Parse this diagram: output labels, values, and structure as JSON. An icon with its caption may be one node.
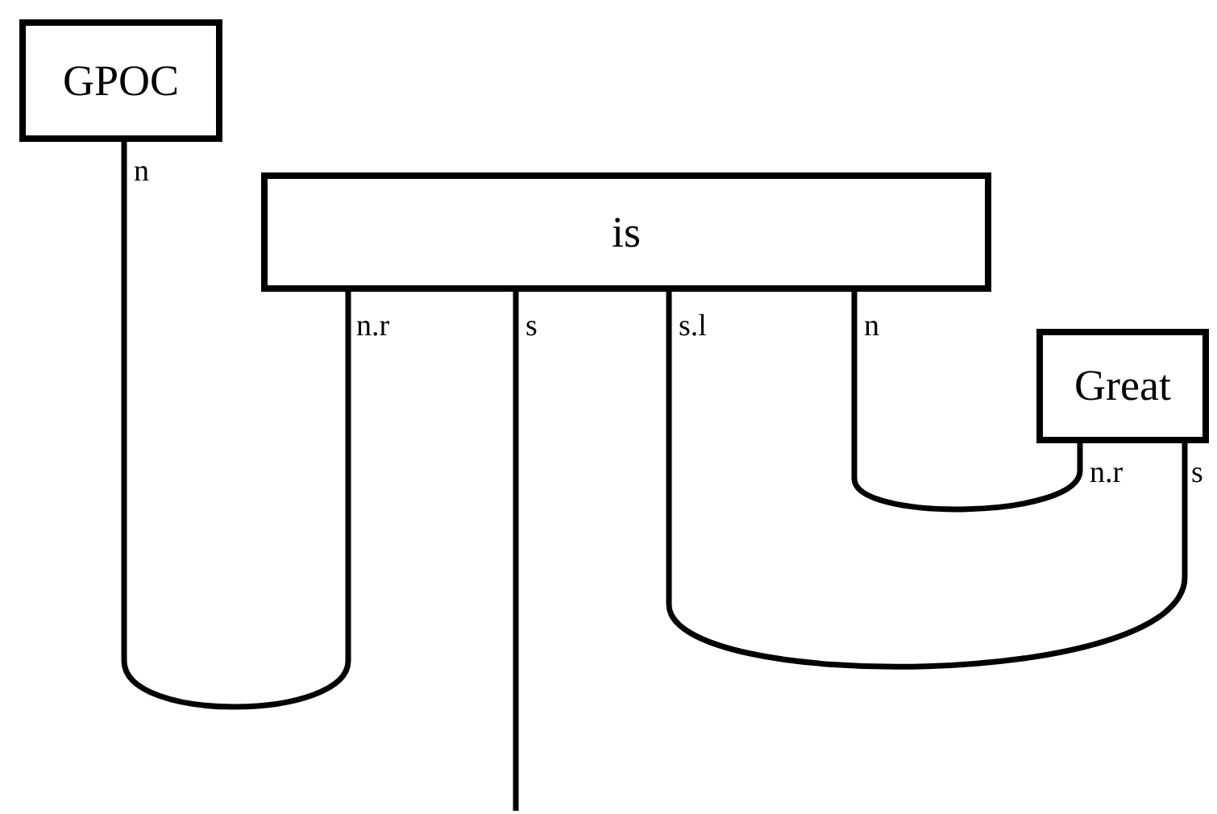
{
  "diagram": {
    "nodes": [
      {
        "text": [
          "GPOC"
        ]
      },
      {
        "text": [
          "is"
        ]
      },
      {
        "text": [
          "Great"
        ]
      }
    ],
    "edges": [
      {
        "from": 0,
        "to": 1,
        "arrow": "none"
      },
      {
        "from": 1,
        "to": null,
        "arrow": "none"
      },
      {
        "from": 1,
        "to": 2,
        "arrow": "none"
      },
      {
        "from": 1,
        "to": 2,
        "arrow": "none"
      }
    ],
    "labels": [
      "n",
      "n.r",
      "s",
      "s.l",
      "n",
      "n.r",
      "s"
    ]
  }
}
